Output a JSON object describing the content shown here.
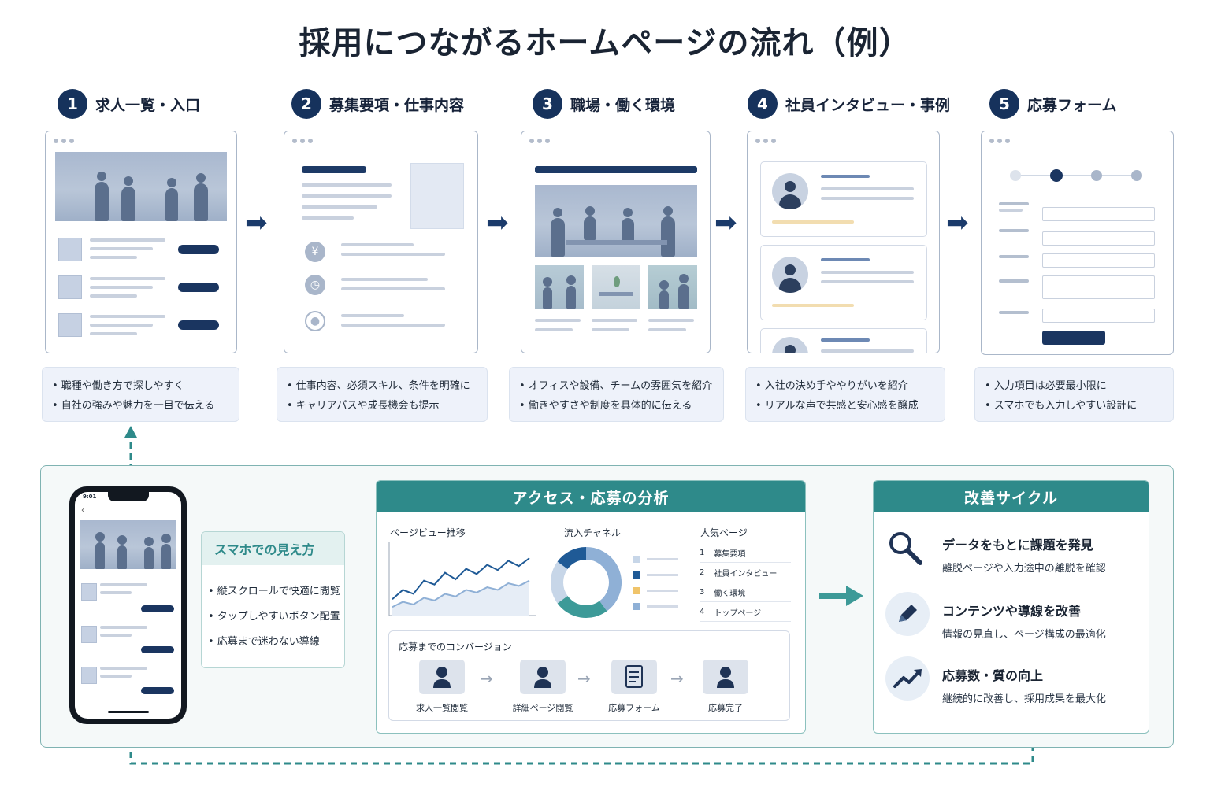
{
  "title": "採用につながるホームページの流れ（例）",
  "steps": [
    {
      "num": "1",
      "label": "求人一覧・入口",
      "notes": [
        "• 職種や働き方で探しやすく",
        "• 自社の強みや魅力を一目で伝える"
      ]
    },
    {
      "num": "2",
      "label": "募集要項・仕事内容",
      "notes": [
        "• 仕事内容、必須スキル、条件を明確に",
        "• キャリアパスや成長機会も提示"
      ]
    },
    {
      "num": "3",
      "label": "職場・働く環境",
      "notes": [
        "• オフィスや設備、チームの雰囲気を紹介",
        "• 働きやすさや制度を具体的に伝える"
      ]
    },
    {
      "num": "4",
      "label": "社員インタビュー・事例",
      "notes": [
        "• 入社の決め手ややりがいを紹介",
        "• リアルな声で共感と安心感を醸成"
      ]
    },
    {
      "num": "5",
      "label": "応募フォーム",
      "notes": [
        "• 入力項目は必要最小限に",
        "• スマホでも入力しやすい設計に"
      ]
    }
  ],
  "phone": {
    "status_time": "9:01",
    "view_title": "スマホでの見え方",
    "view_points": [
      "• 縦スクロールで快適に閲覧",
      "• タップしやすいボタン配置",
      "• 応募まで迷わない導線"
    ]
  },
  "analysis": {
    "title": "アクセス・応募の分析",
    "pageview_label": "ページビュー推移",
    "channel_label": "流入チャネル",
    "popular_label": "人気ページ",
    "popular_pages": [
      {
        "rank": "1",
        "name": "募集要項"
      },
      {
        "rank": "2",
        "name": "社員インタビュー"
      },
      {
        "rank": "3",
        "name": "働く環境"
      },
      {
        "rank": "4",
        "name": "トップページ"
      }
    ],
    "conversion_label": "応募までのコンバージョン",
    "conversion_steps": [
      "求人一覧閲覧",
      "詳細ページ閲覧",
      "応募フォーム",
      "応募完了"
    ],
    "colors": {
      "dark": "#1f5a96",
      "mid": "#8fb0d6",
      "teal": "#3d9a98",
      "light": "#c7d6e8",
      "amber": "#f0c46a"
    }
  },
  "improvement": {
    "title": "改善サイクル",
    "items": [
      {
        "icon": "search-icon",
        "title": "データをもとに課題を発見",
        "sub": "離脱ページや入力途中の離脱を確認"
      },
      {
        "icon": "pencil-icon",
        "title": "コンテンツや導線を改善",
        "sub": "情報の見直し、ページ構成の最適化"
      },
      {
        "icon": "trend-up-icon",
        "title": "応募数・質の向上",
        "sub": "継続的に改善し、採用成果を最大化"
      }
    ]
  },
  "chart_data": {
    "type": "line",
    "title": "ページビュー推移",
    "series": [
      {
        "values": [
          20,
          34,
          28,
          48,
          42,
          60,
          50,
          66,
          58,
          72,
          64,
          78,
          70,
          82
        ]
      },
      {
        "values": [
          8,
          16,
          12,
          22,
          18,
          28,
          24,
          34,
          30,
          38,
          34,
          44,
          40,
          48
        ]
      }
    ],
    "ylim": [
      0,
      100
    ],
    "grid": false
  },
  "donut_data": {
    "type": "pie",
    "title": "流入チャネル",
    "values": [
      40,
      25,
      20,
      15
    ]
  }
}
